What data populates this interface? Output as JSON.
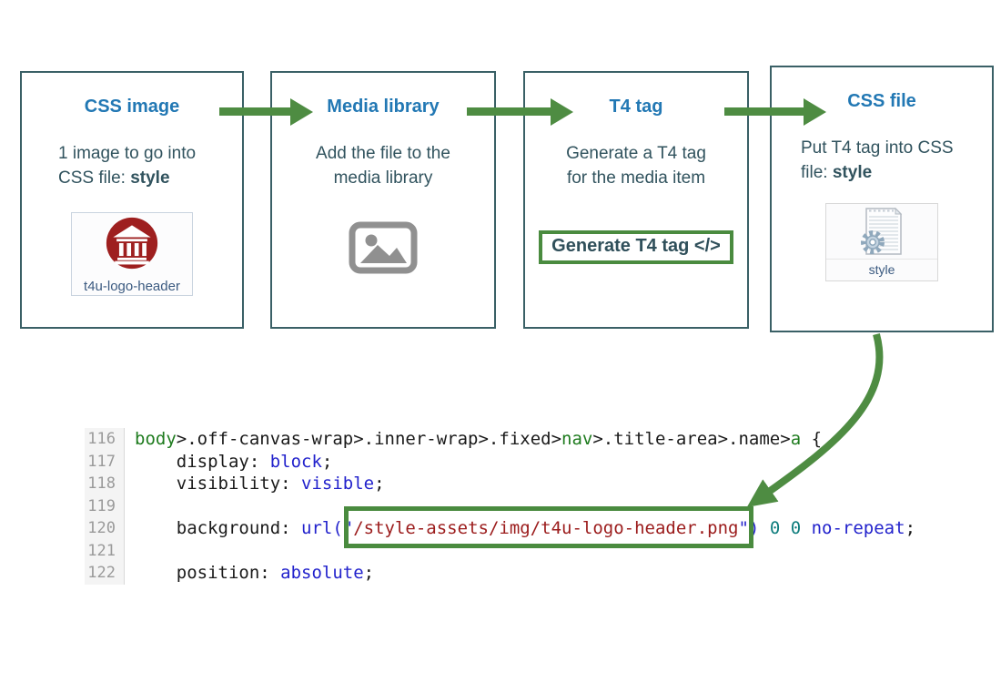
{
  "colors": {
    "box_border": "#3a6066",
    "step_title_blue": "#2278b4",
    "body_text": "#31535e",
    "arrow_green": "#4e8c42",
    "highlight_green": "#4a8b3f",
    "logo_red": "#9e1f1f",
    "media_icon_gray": "#909090",
    "code_selector_green": "#1e7b1e",
    "code_value_blue": "#2222cc",
    "code_string_red": "#9b1b1b",
    "code_zero_teal": "#0e7d7d",
    "gutter_bg": "#f4f4f4",
    "gutter_text": "#9a9a9a"
  },
  "steps": [
    {
      "title": "CSS image",
      "line1": "1 image to go into",
      "line2_prefix": "CSS file: ",
      "line2_bold": "style",
      "thumb_label": "t4u-logo-header"
    },
    {
      "title": "Media library",
      "line1": "Add the file to the",
      "line2": "media library"
    },
    {
      "title": "T4 tag",
      "line1": "Generate a T4 tag",
      "line2": "for the media item",
      "button_label": "Generate T4 tag </>"
    },
    {
      "title": "CSS file",
      "line1": "Put T4 tag into CSS",
      "line2_prefix": "file: ",
      "line2_bold": "style",
      "thumb_label": "style"
    }
  ],
  "code": {
    "lines": [
      {
        "num": "116",
        "segs": [
          {
            "t": "body"
          },
          {
            "t": ">.off-canvas-wrap>.inner-wrap>.fixed>"
          },
          {
            "t": "nav"
          },
          {
            "t": ">.title-area>.name>"
          },
          {
            "t": "a"
          },
          {
            "t": " {"
          }
        ]
      },
      {
        "num": "117",
        "segs": [
          {
            "t": "    display: "
          },
          {
            "t": "block"
          },
          {
            "t": ";"
          }
        ]
      },
      {
        "num": "118",
        "segs": [
          {
            "t": "    visibility: "
          },
          {
            "t": "visible"
          },
          {
            "t": ";"
          }
        ]
      },
      {
        "num": "119",
        "segs": []
      },
      {
        "num": "120",
        "segs": [
          {
            "t": "    background: "
          },
          {
            "t": "url(\""
          },
          {
            "t": "/style-assets/img/t4u-logo-header.png"
          },
          {
            "t": "\")"
          },
          {
            "t": " "
          },
          {
            "t": "0 0"
          },
          {
            "t": " "
          },
          {
            "t": "no-repeat"
          },
          {
            "t": ";"
          }
        ]
      },
      {
        "num": "121",
        "segs": []
      },
      {
        "num": "122",
        "segs": [
          {
            "t": "    position: "
          },
          {
            "t": "absolute"
          },
          {
            "t": ";"
          }
        ]
      }
    ]
  }
}
